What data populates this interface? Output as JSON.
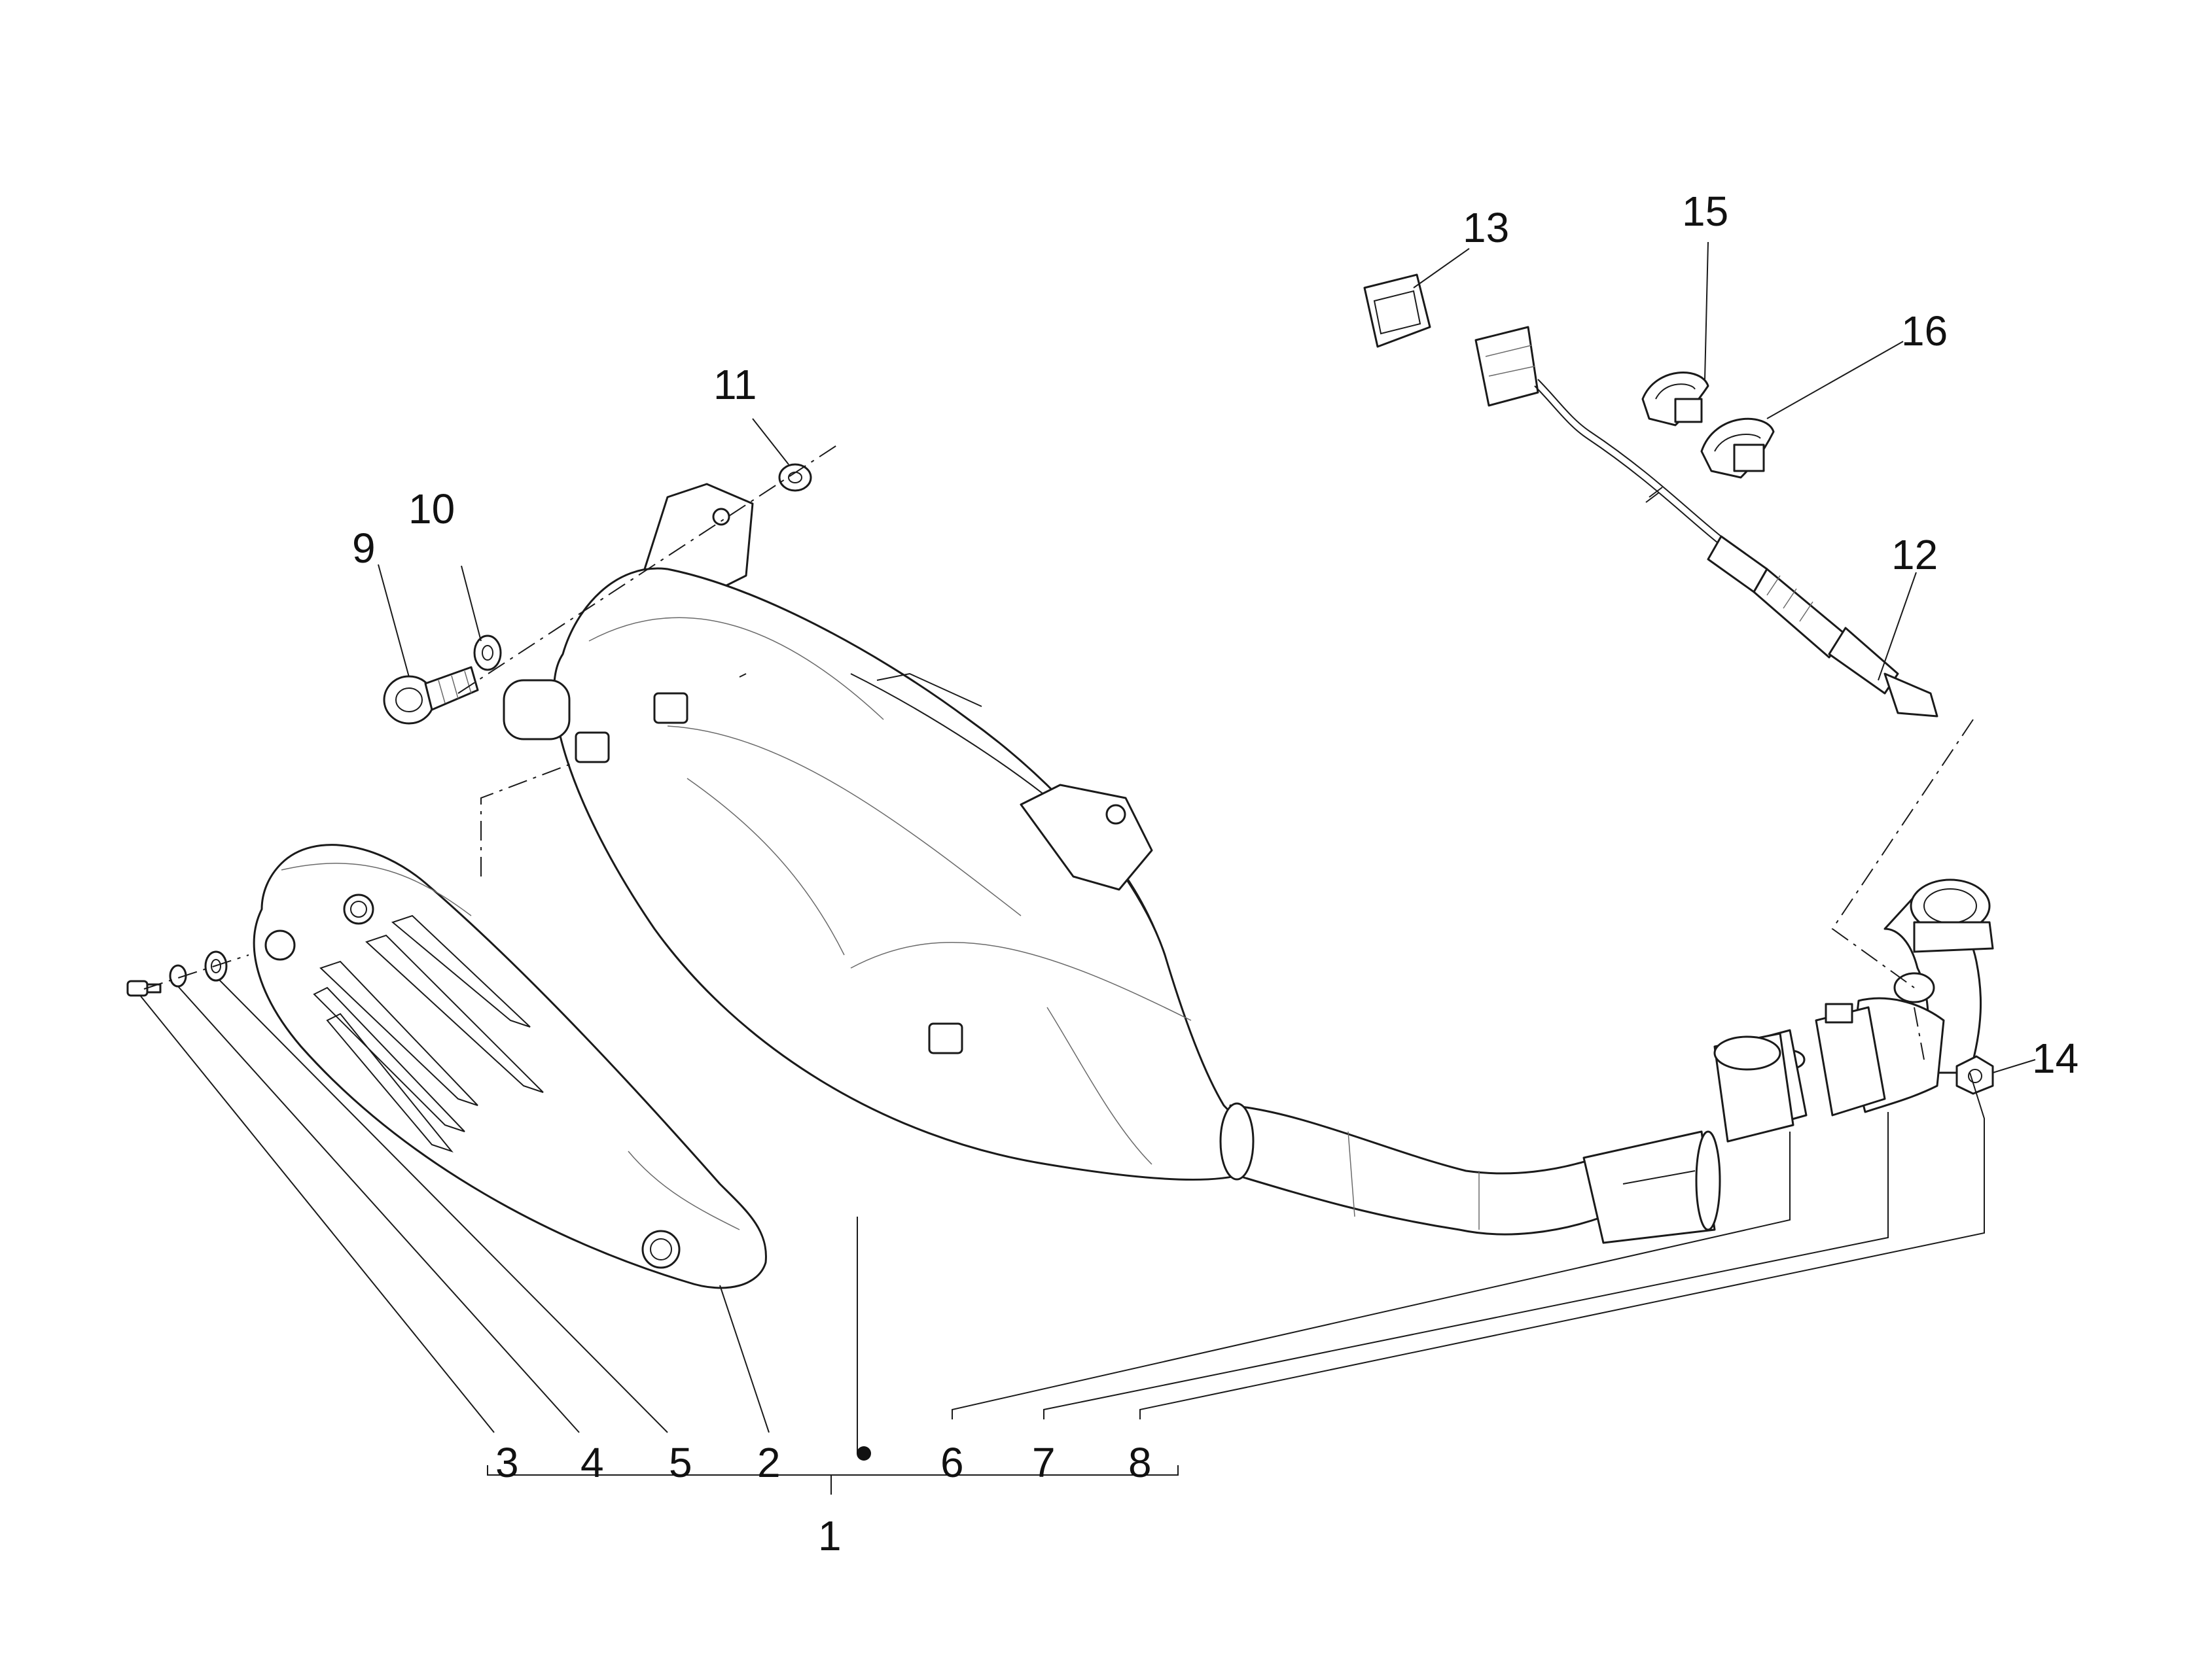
{
  "diagram": {
    "title": "Exhaust system exploded view",
    "callouts": {
      "c1": "1",
      "c2": "2",
      "c3": "3",
      "c4": "4",
      "c5": "5",
      "c6": "6",
      "c7": "7",
      "c8": "8",
      "c9": "9",
      "c10": "10",
      "c11": "11",
      "c12": "12",
      "c13": "13",
      "c14": "14",
      "c15": "15",
      "c16": "16"
    },
    "colors": {
      "line": "#1a1a1a",
      "background": "#ffffff"
    }
  }
}
